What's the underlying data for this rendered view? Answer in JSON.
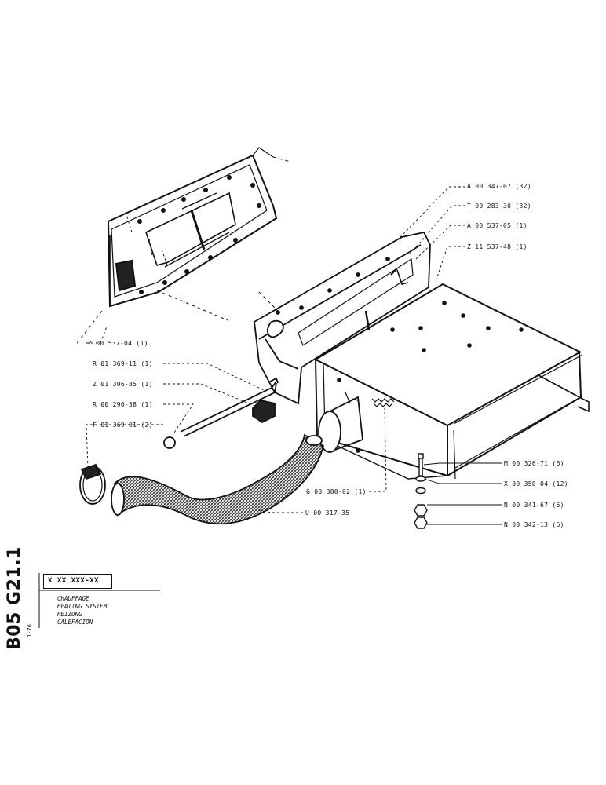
{
  "sheet_code": "B05 G21.1",
  "date": "1-76",
  "part_number_placeholder": "X XX XXX-XX",
  "titles": [
    "CHAUFFAGE",
    "HEATING SYSTEM",
    "HEIZUNG",
    "CALEFACION"
  ],
  "callouts": {
    "a1": "A 00 347-07 (32)",
    "t1": "T 00 283-30 (32)",
    "a2": "A 00 537-05 (1)",
    "z1": "Z 11 537-48 (1)",
    "z2": "Z 00 537-04 (1)",
    "r1": "R 01 369-11 (1)",
    "z3": "Z 01 306-85 (1)",
    "r2": "R 00 290-38 (1)",
    "f1": "F 01 369-01 (2)",
    "g1": "G 00 380-02 (1)",
    "u1": "U 00 317-35",
    "m1": "M 00 326-71 (6)",
    "x1": "X 00 350-04 (12)",
    "n1": "N 00 341-67 (6)",
    "n2": "N 00 342-13 (6)"
  }
}
